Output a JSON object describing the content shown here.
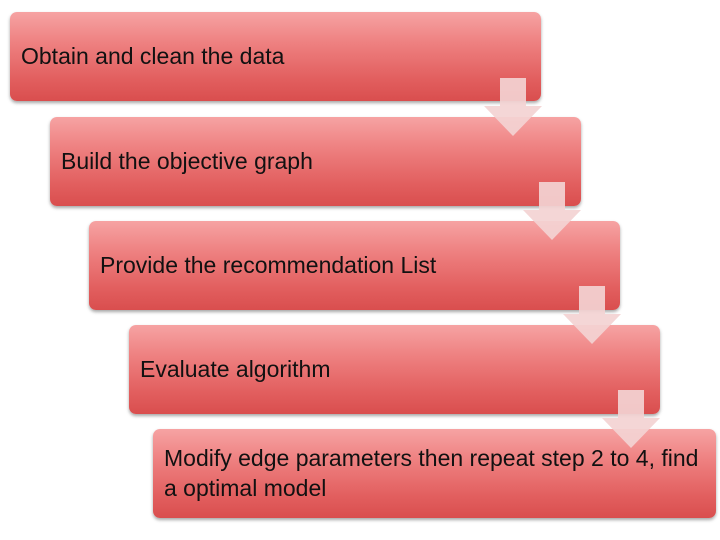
{
  "diagram": {
    "steps": [
      {
        "label": "Obtain and clean the data"
      },
      {
        "label": "Build the objective graph"
      },
      {
        "label": "Provide the recommendation List"
      },
      {
        "label": "Evaluate algorithm"
      },
      {
        "label": "Modify edge parameters then repeat step 2 to 4, find a optimal model"
      }
    ],
    "colors": {
      "box_top": "#f6a3a3",
      "box_bottom": "#d94e4e",
      "arrow_fill": "#f3d3d3",
      "text": "#111111"
    }
  }
}
